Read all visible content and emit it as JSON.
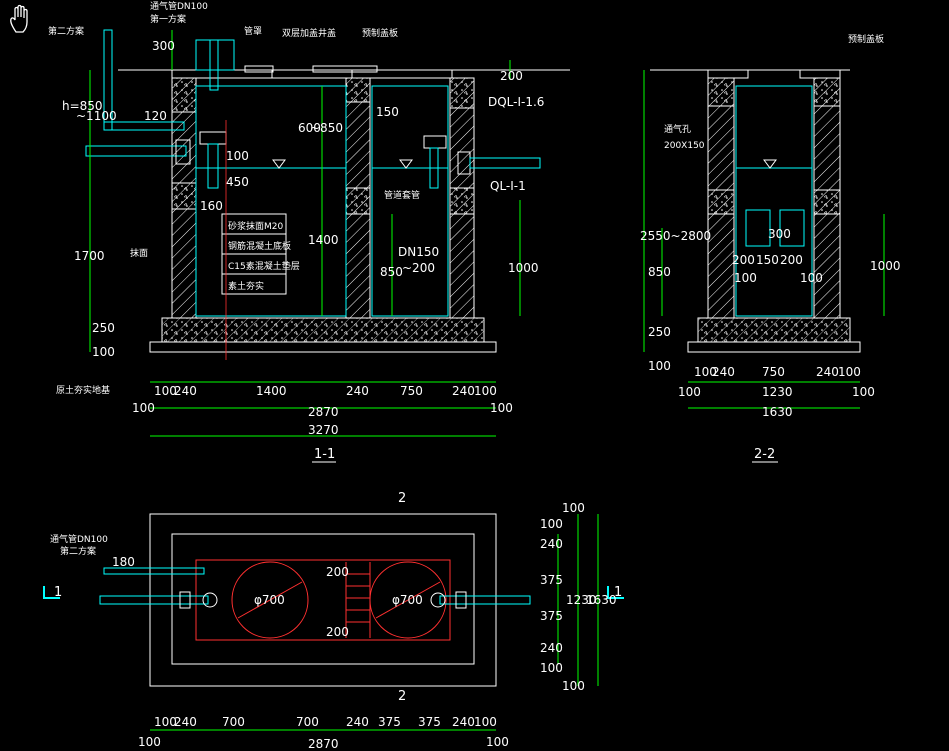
{
  "colors": {
    "background": "#000000",
    "outline": "#ffffff",
    "dimension": "#00ff00",
    "pipe": "#00ffff",
    "grating": "#ff3030"
  },
  "icons": {
    "cursor": "hand-cursor-icon"
  },
  "notes": {
    "vent_pipe_1": "通气管DN100",
    "vent_pipe_1_sub": "第二方案",
    "cover_1": "第一方案",
    "cap": "管罩",
    "grating_cover": "双层加盖井盖",
    "slab": "预制盖板",
    "level_up": "h=850",
    "level_up2": "~1100",
    "dql": "DQL-I-1.6",
    "ql": "QL-I-1",
    "wall_note": "抹面",
    "floor_note_1": "砂浆抹面M20",
    "floor_note_2": "钢筋混凝土底板",
    "floor_note_3": "C15素混凝土垫层",
    "floor_note_4": "素土夯实",
    "sleeve": "管道套管",
    "dn150": "DN150",
    "dn150_sub": "~200",
    "ground": "原土夯实地基",
    "slab2": "预制盖板",
    "vent2": "通气孔",
    "vent2_sub": "200X150",
    "plan_pipe": "通气管DN100",
    "plan_pipe_sub": "第二方案"
  },
  "section_1": {
    "title": "1-1",
    "v_dims": {
      "d300": "300",
      "d120": "120",
      "d600": "600",
      "d850": "~850",
      "d150": "150",
      "d200": "200",
      "d100": "100",
      "d450": "450",
      "d160": "160",
      "d1400": "1400",
      "d850b": "850",
      "d1000": "1000",
      "d1700": "1700",
      "d250": "250",
      "d100b": "100"
    },
    "h_dims": {
      "a": "100",
      "b": "240",
      "c": "1400",
      "d": "240",
      "e": "750",
      "f": "240",
      "g": "100",
      "left": "100",
      "right": "100",
      "total": "2870",
      "overall": "3270"
    }
  },
  "section_2": {
    "title": "2-2",
    "v_dims": {
      "range": "2550~2800",
      "d300": "300",
      "d850": "850",
      "d1000": "1000",
      "d250": "250",
      "d100": "100"
    },
    "inner": {
      "a": "200",
      "b": "150",
      "c": "200",
      "l": "100",
      "r": "100"
    },
    "h_dims": {
      "a": "100",
      "b": "240",
      "c": "750",
      "d": "240",
      "e": "100",
      "inner": "1230",
      "left": "100",
      "right": "100",
      "total": "1630"
    }
  },
  "plan": {
    "marker_top": "2",
    "marker_bottom": "2",
    "marker_left": "1",
    "marker_right": "1",
    "d180": "180",
    "phi_left": "φ700",
    "phi_right": "φ700",
    "g200a": "200",
    "g200b": "200",
    "v_dims": {
      "a": "100",
      "b": "240",
      "c": "375",
      "d": "375",
      "e": "240",
      "f": "100",
      "inner": "1230",
      "total": "1630",
      "top": "100",
      "bottom": "100"
    },
    "h_dims": {
      "a": "100",
      "b": "240",
      "c": "700",
      "d": "700",
      "e": "240",
      "f": "375",
      "g": "375",
      "h": "240",
      "i": "100",
      "left": "100",
      "right": "100",
      "total": "2870"
    }
  }
}
